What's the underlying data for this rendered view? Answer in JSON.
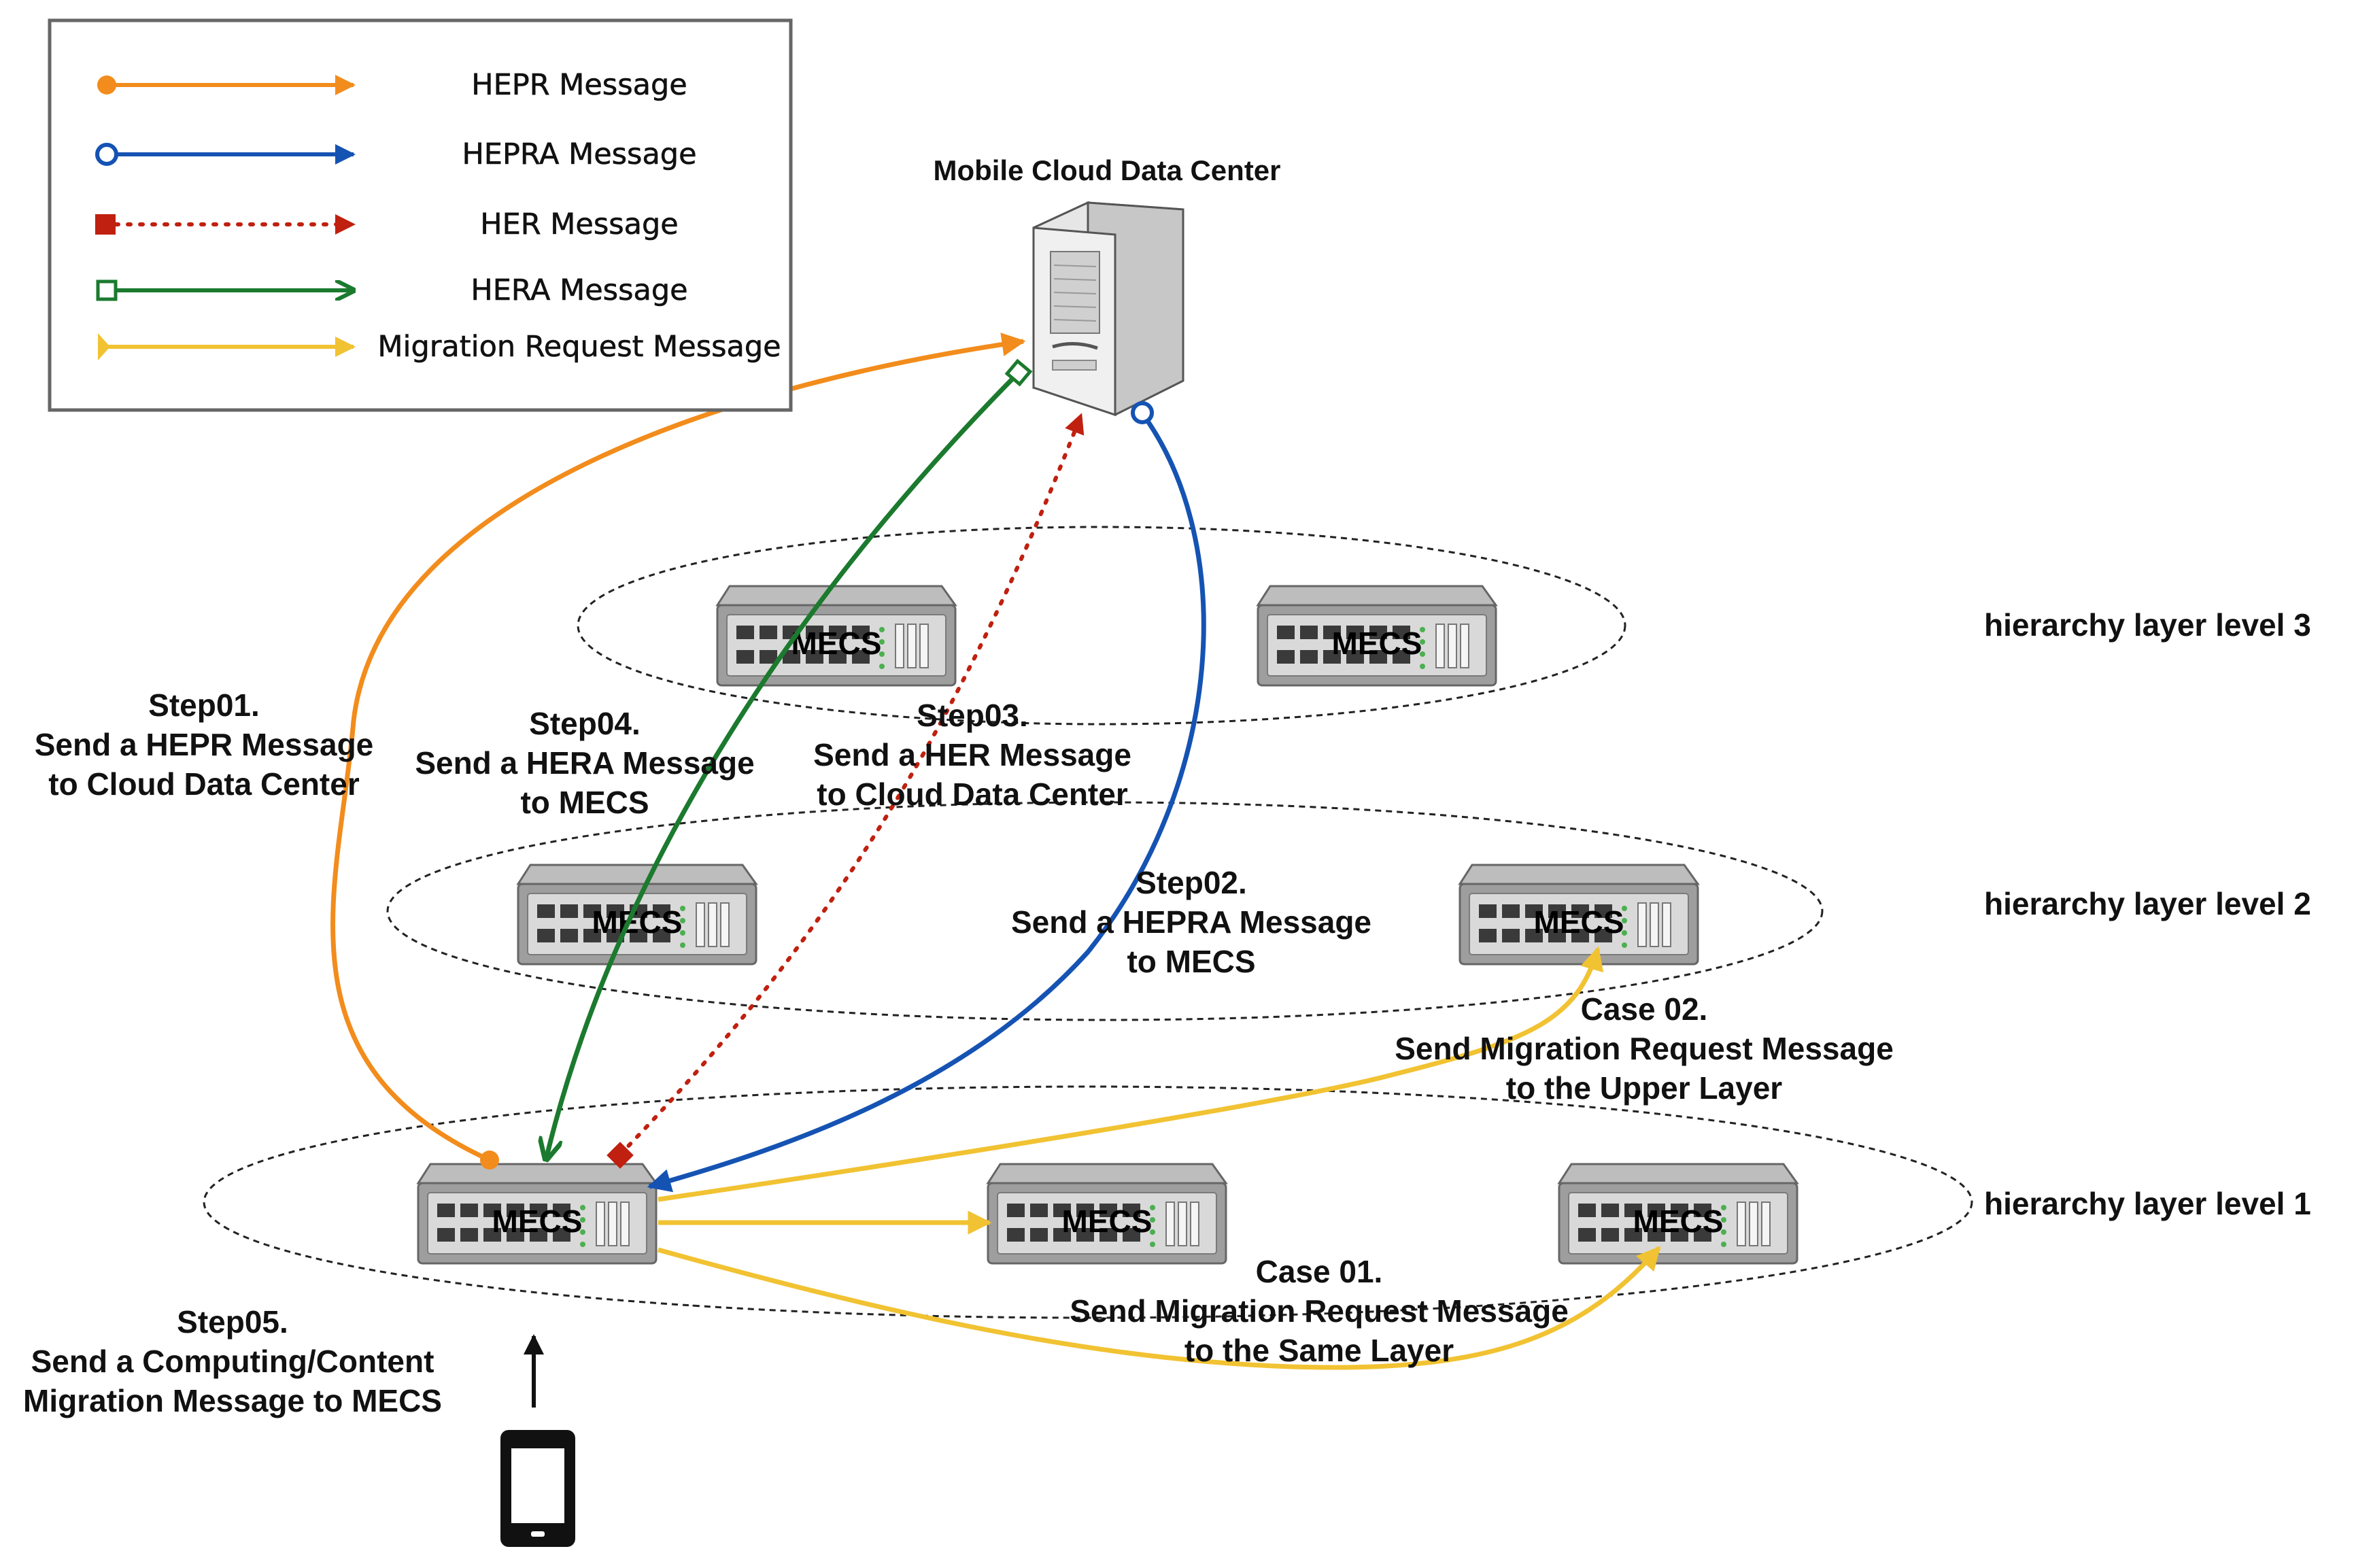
{
  "legend": {
    "items": [
      {
        "label": "HEPR Message",
        "color": "#f28c1c",
        "start_marker": "filled-circle",
        "line": "solid"
      },
      {
        "label": "HEPRA Message",
        "color": "#1553b3",
        "start_marker": "open-circle",
        "line": "solid"
      },
      {
        "label": "HER Message",
        "color": "#c0200f",
        "start_marker": "filled-square",
        "line": "dotted"
      },
      {
        "label": "HERA Message",
        "color": "#1b7a2e",
        "start_marker": "open-square",
        "line": "solid"
      },
      {
        "label": "Migration Request Message",
        "color": "#f1c232",
        "start_marker": "tail",
        "line": "solid"
      }
    ]
  },
  "cloud": {
    "label": "Mobile Cloud Data Center",
    "icon": "server-tower-icon"
  },
  "mecs_label": "MECS",
  "layers": {
    "level3": "hierarchy layer level 3",
    "level2": "hierarchy layer level 2",
    "level1": "hierarchy layer level 1"
  },
  "steps": {
    "step01": [
      "Step01.",
      "Send a HEPR Message",
      "to Cloud Data Center"
    ],
    "step02": [
      "Step02.",
      "Send a HEPRA Message",
      "to MECS"
    ],
    "step03": [
      "Step03.",
      "Send a HER Message",
      "to Cloud Data Center"
    ],
    "step04": [
      "Step04.",
      "Send a HERA Message",
      "to MECS"
    ],
    "step05": [
      "Step05.",
      "Send a Computing/Content",
      "Migration Message to MECS"
    ],
    "case01": [
      "Case 01.",
      "Send Migration Request Message",
      "to the Same Layer"
    ],
    "case02": [
      "Case 02.",
      "Send Migration Request Message",
      "to the Upper Layer"
    ]
  },
  "device": {
    "icon": "smartphone-icon"
  }
}
